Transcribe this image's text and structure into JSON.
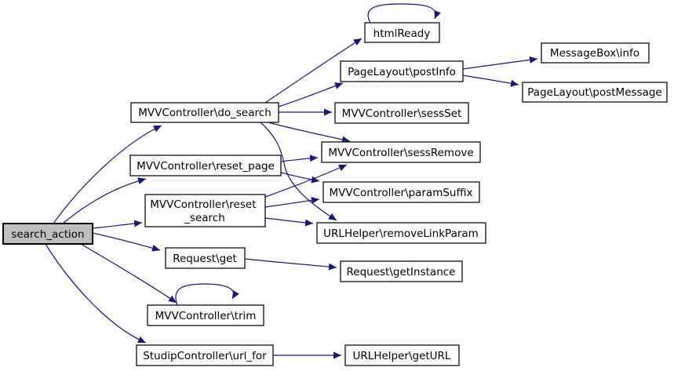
{
  "diagram": {
    "kind": "call-graph",
    "root": "search_action"
  },
  "colors": {
    "edge_color": "#191970",
    "node_fill": "#ffffff",
    "node_border": "#1f1f1f",
    "root_fill": "#bfbfbf",
    "root_border": "#000000",
    "text_color": "#000000",
    "background": "#ffffff"
  },
  "nodes": [
    {
      "id": "search_action",
      "label": "search_action",
      "highlighted": true
    },
    {
      "id": "do_search",
      "label": "MVVController\\do_search"
    },
    {
      "id": "reset_page",
      "label": "MVVController\\reset_page"
    },
    {
      "id": "reset_search",
      "label": "MVVController\\reset_search",
      "lines": [
        "MVVController\\reset",
        "_search"
      ]
    },
    {
      "id": "request_get",
      "label": "Request\\get"
    },
    {
      "id": "trim",
      "label": "MVVController\\trim"
    },
    {
      "id": "url_for",
      "label": "StudipController\\url_for"
    },
    {
      "id": "htmlReady",
      "label": "htmlReady"
    },
    {
      "id": "postInfo",
      "label": "PageLayout\\postInfo"
    },
    {
      "id": "sessSet",
      "label": "MVVController\\sessSet"
    },
    {
      "id": "sessRemove",
      "label": "MVVController\\sessRemove"
    },
    {
      "id": "paramSuffix",
      "label": "MVVController\\paramSuffix"
    },
    {
      "id": "removeLinkParam",
      "label": "URLHelper\\removeLinkParam"
    },
    {
      "id": "getInstance",
      "label": "Request\\getInstance"
    },
    {
      "id": "messagebox_info",
      "label": "MessageBox\\info"
    },
    {
      "id": "postMessage",
      "label": "PageLayout\\postMessage"
    },
    {
      "id": "getURL",
      "label": "URLHelper\\getURL"
    }
  ],
  "edges": [
    {
      "from": "search_action",
      "to": "MVVController\\do_search"
    },
    {
      "from": "search_action",
      "to": "MVVController\\reset_page"
    },
    {
      "from": "search_action",
      "to": "MVVController\\reset_search"
    },
    {
      "from": "search_action",
      "to": "Request\\get"
    },
    {
      "from": "search_action",
      "to": "MVVController\\trim"
    },
    {
      "from": "search_action",
      "to": "StudipController\\url_for"
    },
    {
      "from": "MVVController\\do_search",
      "to": "htmlReady"
    },
    {
      "from": "MVVController\\do_search",
      "to": "PageLayout\\postInfo"
    },
    {
      "from": "MVVController\\do_search",
      "to": "MVVController\\sessSet"
    },
    {
      "from": "MVVController\\do_search",
      "to": "MVVController\\sessRemove"
    },
    {
      "from": "MVVController\\do_search",
      "to": "URLHelper\\removeLinkParam"
    },
    {
      "from": "MVVController\\reset_page",
      "to": "MVVController\\sessRemove"
    },
    {
      "from": "MVVController\\reset_page",
      "to": "MVVController\\paramSuffix"
    },
    {
      "from": "MVVController\\reset_search",
      "to": "MVVController\\sessRemove"
    },
    {
      "from": "MVVController\\reset_search",
      "to": "MVVController\\paramSuffix"
    },
    {
      "from": "MVVController\\reset_search",
      "to": "URLHelper\\removeLinkParam"
    },
    {
      "from": "Request\\get",
      "to": "Request\\getInstance"
    },
    {
      "from": "StudipController\\url_for",
      "to": "URLHelper\\getURL"
    },
    {
      "from": "PageLayout\\postInfo",
      "to": "MessageBox\\info"
    },
    {
      "from": "PageLayout\\postInfo",
      "to": "PageLayout\\postMessage"
    },
    {
      "from": "htmlReady",
      "to": "htmlReady",
      "self": true
    },
    {
      "from": "MVVController\\trim",
      "to": "MVVController\\trim",
      "self": true
    }
  ]
}
